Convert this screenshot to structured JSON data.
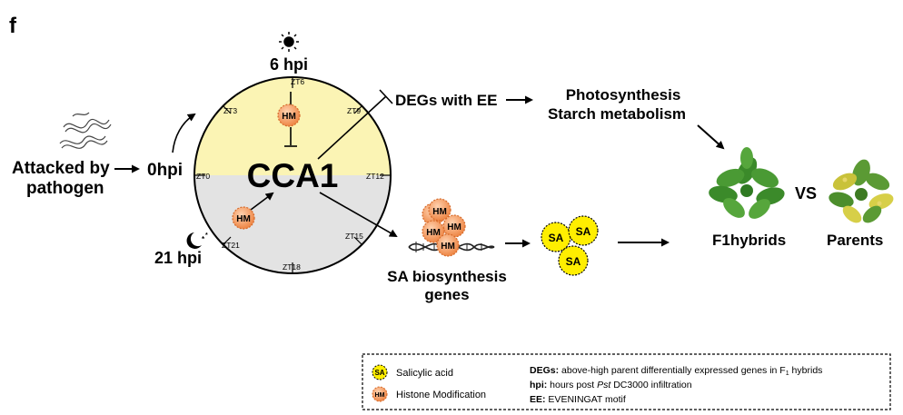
{
  "panel_label": "f",
  "pathogen": {
    "line1": "Attacked by",
    "line2": "pathogen"
  },
  "time_0": "0hpi",
  "time_6": "6 hpi",
  "time_21": "21 hpi",
  "clock": {
    "center": "CCA1",
    "zt": {
      "zt0": "ZT0",
      "zt3": "ZT3",
      "zt6": "ZT6",
      "zt9": "ZT9",
      "zt12": "ZT12",
      "zt15": "ZT15",
      "zt18": "ZT18",
      "zt21": "ZT21"
    },
    "colors": {
      "day": "#fbf4b4",
      "night": "#e3e3e3"
    }
  },
  "hm_label": "HM",
  "sa_label": "SA",
  "degs_label": "DEGs with EE",
  "outcome": {
    "line1": "Photosynthesis",
    "line2": "Starch metabolism"
  },
  "sa_genes": {
    "line1": "SA biosynthesis",
    "line2": "genes"
  },
  "plants": {
    "left": "F1hybrids",
    "vs": "VS",
    "right": "Parents"
  },
  "legend": {
    "sa_desc": "Salicylic acid",
    "hm_desc": "Histone Modification",
    "degs_term": "DEGs:",
    "degs_desc": " above-high parent differentially expressed genes in F",
    "degs_sub": "1",
    "degs_tail": " hybrids",
    "hpi_term": "hpi:",
    "hpi_desc1": " hours post ",
    "hpi_pst": "Pst",
    "hpi_desc2": " DC3000 infiltration",
    "ee_term": "EE:",
    "ee_desc": " EVENINGAT motif"
  },
  "colors": {
    "hm_fill": "#f2955a",
    "hm_stroke": "#d66a2a",
    "sa_fill": "#ffee00"
  }
}
